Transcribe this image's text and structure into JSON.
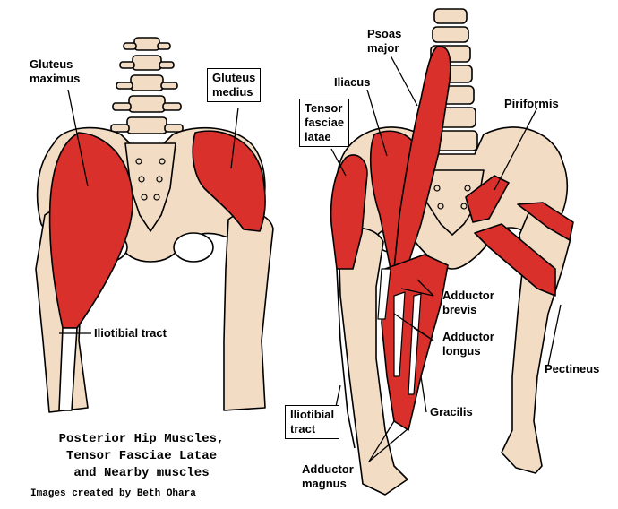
{
  "labels": {
    "gluteus_maximus": [
      "Gluteus",
      "maximus"
    ],
    "gluteus_medius": [
      "Gluteus",
      "medius"
    ],
    "iliotibial_tract_left": "Iliotibial tract",
    "psoas_major": [
      "Psoas",
      "major"
    ],
    "iliacus": "Iliacus",
    "piriformis": "Piriformis",
    "tensor_fasciae_latae": [
      "Tensor",
      "fasciae",
      "latae"
    ],
    "adductor_brevis": [
      "Adductor",
      "brevis"
    ],
    "adductor_longus": [
      "Adductor",
      "longus"
    ],
    "pectineus": "Pectineus",
    "iliotibial_tract_right": [
      "Iliotibial",
      "tract"
    ],
    "gracilis": "Gracilis",
    "adductor_magnus": [
      "Adductor",
      "magnus"
    ]
  },
  "caption": [
    "Posterior Hip Muscles,",
    "Tensor Fasciae Latae",
    "and Nearby muscles"
  ],
  "credit": "Images created by Beth Ohara",
  "colors": {
    "bone": "#f3dcc4",
    "muscle": "#d9302c",
    "outline": "#000000"
  }
}
